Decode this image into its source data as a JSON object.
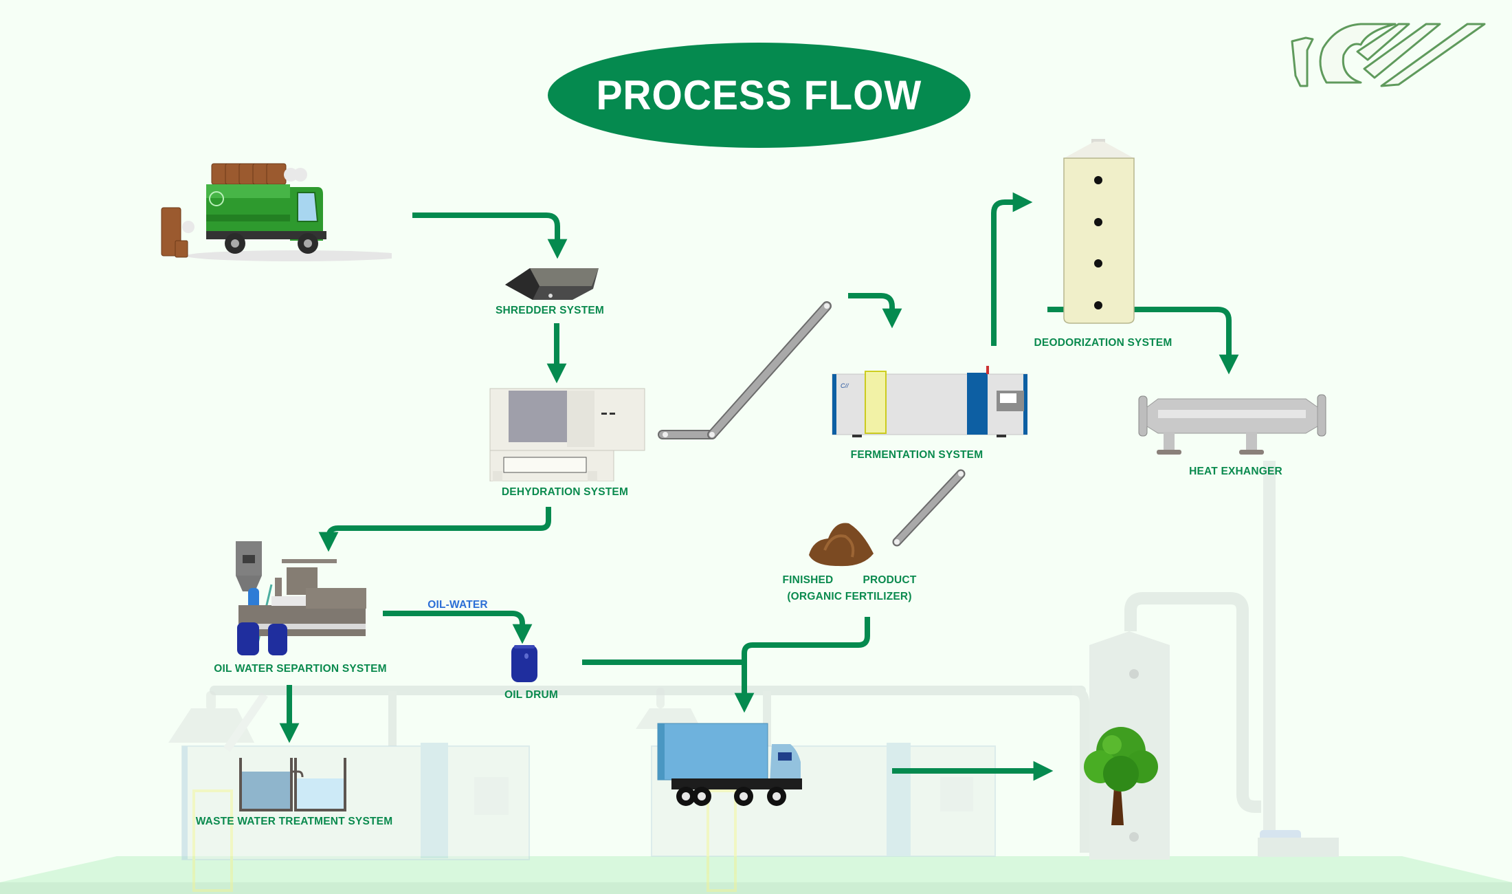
{
  "title": "PROCESS FLOW",
  "logo": {
    "icon": "company-bird-logo-icon",
    "color": "#4d8a4d"
  },
  "colors": {
    "flow_green": "#058a4f",
    "label_green": "#0a8a4e",
    "label_blue": "#2c6ed6",
    "background": "#f6fff6",
    "floor": "#d8f8dd"
  },
  "stages": {
    "collection_truck": {
      "icon": "garbage-truck-icon"
    },
    "shredder": {
      "label": "SHREDDER SYSTEM",
      "icon": "shredder-hopper-icon"
    },
    "dehydration": {
      "label": "DEHYDRATION SYSTEM",
      "icon": "dehydration-machine-icon"
    },
    "fermentation": {
      "label": "FERMENTATION SYSTEM",
      "icon": "fermentation-machine-icon"
    },
    "deodorization": {
      "label": "DEODORIZATION SYSTEM",
      "icon": "deodorization-tower-icon"
    },
    "heat_exchanger": {
      "label": "HEAT EXHANGER",
      "icon": "heat-exchanger-icon"
    },
    "finished_product": {
      "label_line1_left": "FINISHED",
      "label_line1_right": "PRODUCT",
      "label_line2": "(ORGANIC FERTILIZER)",
      "icon": "fertilizer-pile-icon"
    },
    "oil_water_separation": {
      "label": "OIL WATER SEPARTION SYSTEM",
      "icon": "oil-water-separator-icon"
    },
    "oil_water_flow": {
      "label": "OIL-WATER"
    },
    "oil_drum": {
      "label": "OIL DRUM",
      "icon": "oil-drum-icon"
    },
    "waste_water": {
      "label": "WASTE WATER TREATMENT SYSTEM",
      "icon": "water-tanks-icon"
    },
    "delivery_truck": {
      "icon": "delivery-truck-icon"
    },
    "environment": {
      "icon": "tree-icon"
    }
  },
  "flows": [
    {
      "from": "collection_truck",
      "to": "shredder"
    },
    {
      "from": "shredder",
      "to": "dehydration"
    },
    {
      "from": "dehydration",
      "to": "fermentation",
      "via": "conveyor"
    },
    {
      "from": "fermentation",
      "to": "deodorization"
    },
    {
      "from": "deodorization",
      "to": "heat_exchanger"
    },
    {
      "from": "fermentation",
      "to": "finished_product",
      "via": "conveyor"
    },
    {
      "from": "dehydration",
      "to": "oil_water_separation"
    },
    {
      "from": "oil_water_separation",
      "to": "oil_drum",
      "label": "OIL-WATER"
    },
    {
      "from": "oil_water_separation",
      "to": "waste_water"
    },
    {
      "from": "finished_product",
      "to": "delivery_truck"
    },
    {
      "from": "oil_drum",
      "to": "delivery_truck"
    },
    {
      "from": "delivery_truck",
      "to": "environment"
    }
  ]
}
